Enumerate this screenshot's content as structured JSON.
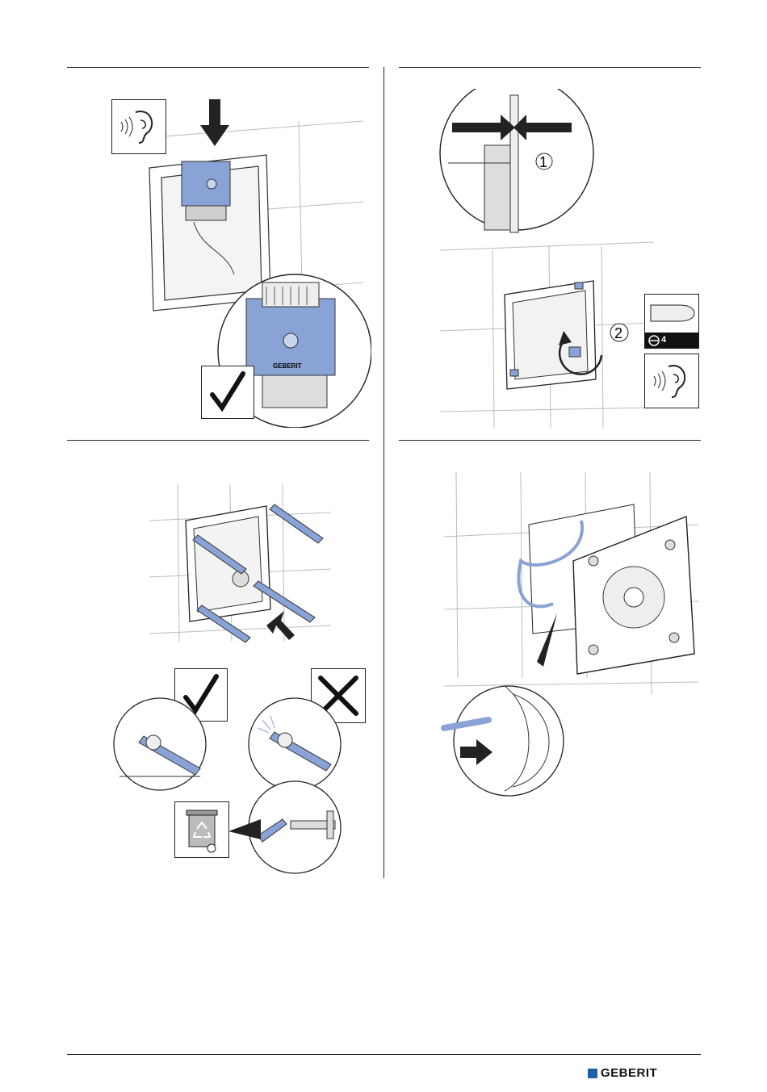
{
  "document": {
    "steps": {
      "step2": {
        "callout_1": "1",
        "callout_2": "2",
        "tool_size": "4"
      },
      "step1": {
        "logo_text": "GEBERIT"
      }
    },
    "icons": [
      "ear-icon",
      "down-arrow-icon",
      "check-icon",
      "cross-icon",
      "recycle-bin-icon",
      "screwdriver-icon",
      "push-arrow-icon"
    ],
    "footer": {
      "brand": "GEBERIT"
    },
    "colors": {
      "accent": "#8aa3d6",
      "brand": "#1f5fa8",
      "line": "#222222"
    }
  }
}
